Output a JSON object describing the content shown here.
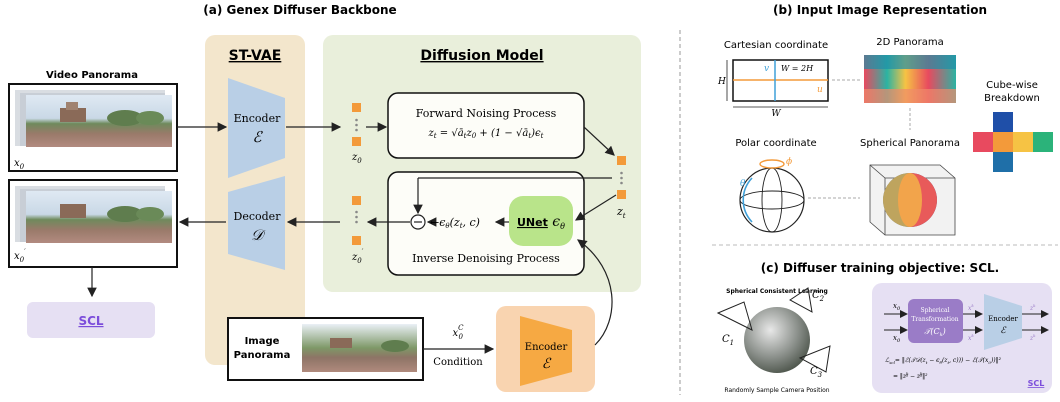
{
  "panel_a": {
    "title": "(a) Genex Diffuser Backbone",
    "video_panorama": "Video Panorama",
    "x0": "x",
    "x0_sub": "0",
    "x0p": "x",
    "x0p_sub": "0",
    "x0p_prime": "′",
    "stvae": "ST-VAE",
    "encoder": "Encoder",
    "encoder_sym": "ℰ",
    "decoder": "Decoder",
    "decoder_sym": "𝒟",
    "diffusion": "Diffusion Model",
    "forward_title": "Forward Noising Process",
    "forward_eq": "z",
    "forward_eq_rest": " = √ā",
    "inverse_title": "Inverse Denoising Process",
    "eps_expr": "ϵ",
    "eps_args": "(z",
    "eps_args2": ", c)",
    "unet": "UNet",
    "unet_sym": "ϵ",
    "z0": "z",
    "zt": "z",
    "scl": "SCL",
    "image_panorama_1": "Image",
    "image_panorama_2": "Panorama",
    "condition": "Condition",
    "x0c": "x",
    "x0c_sup": "C",
    "x0c_sub": "0"
  },
  "panel_b": {
    "title": "(b) Input Image Representation",
    "cartesian": "Cartesian coordinate",
    "panorama_2d": "2D Panorama",
    "cube_wise_1": "Cube-wise",
    "cube_wise_2": "Breakdown",
    "polar": "Polar coordinate",
    "spherical": "Spherical Panorama",
    "H": "H",
    "W": "W",
    "W2H": "W = 2H",
    "u": "u",
    "v": "v",
    "phi": "ϕ",
    "theta": "θ"
  },
  "panel_c": {
    "title": "(c) Diffuser training objective: SCL.",
    "spherical_learning": "Spherical Consistent Learning",
    "random_sample": "Randomly Sample Camera Position",
    "c1": "C",
    "c2": "C",
    "c3": "C",
    "spherical_transform_1": "Spherical",
    "spherical_transform_2": "Transformation",
    "spherical_transform_3": "𝒯(C",
    "encoder": "Encoder",
    "encoder_sym": "ℰ",
    "loss_line1": "ℒ",
    "loss_line1_rest": " = ‖ℰ(𝒯𝒟(z",
    "loss_line2": "= ‖z",
    "scl": "SCL"
  },
  "colors": {
    "stvae_bg": "#f3e6cc",
    "diffusion_bg": "#e9efdb",
    "encoder_blue": "#b9cfe6",
    "unet_green": "#b9e48a",
    "scl_lavender": "#e6e0f3",
    "scl_text": "#7c4ddb",
    "cond_peach": "#f9d4b0",
    "cond_encoder": "#f6a943",
    "noise_orange": "#f39a3a",
    "purple_box": "#9a7cc7"
  }
}
